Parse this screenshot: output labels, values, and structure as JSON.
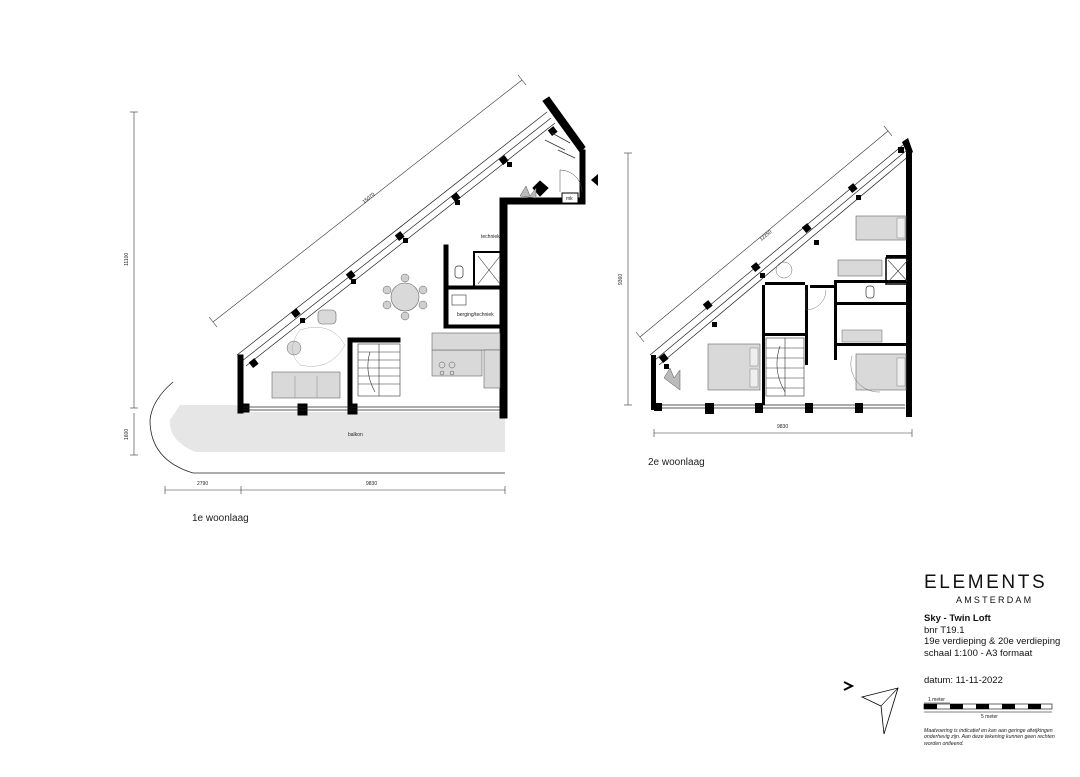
{
  "floors": {
    "first": {
      "label": "1e woonlaag",
      "dim_diagonal": "15070",
      "dim_height": "11100",
      "dim_balcony_depth": "1600",
      "dim_bottom_left": "2790",
      "dim_bottom_right": "9830",
      "rooms": {
        "techniek": "techniek",
        "berging": "berging/techniek",
        "balkon": "balkon",
        "mk": "mk"
      }
    },
    "second": {
      "label": "2e woonlaag",
      "dim_diagonal": "12250",
      "dim_height": "9360",
      "dim_bottom": "9830"
    }
  },
  "brand": {
    "name": "ELEMENTS",
    "city": "AMSTERDAM"
  },
  "project": {
    "title": "Sky - Twin Loft",
    "bnr": "bnr T19.1",
    "floors": "19e verdieping & 20e verdieping",
    "scale": "schaal 1:100 - A3 formaat",
    "date": "datum: 11-11-2022"
  },
  "scalebar": {
    "label_1m": "1 meter",
    "label_5m": "5 meter"
  },
  "disclaimer": "Maatvoering is indicatief en kan aan geringe afwijkingen onderhevig zijn. Aan deze tekening kunnen geen rechten worden ontleend.",
  "colors": {
    "wall": "#000000",
    "balcony_fill": "#e6e6e6",
    "furniture": "#d9d9d9"
  }
}
